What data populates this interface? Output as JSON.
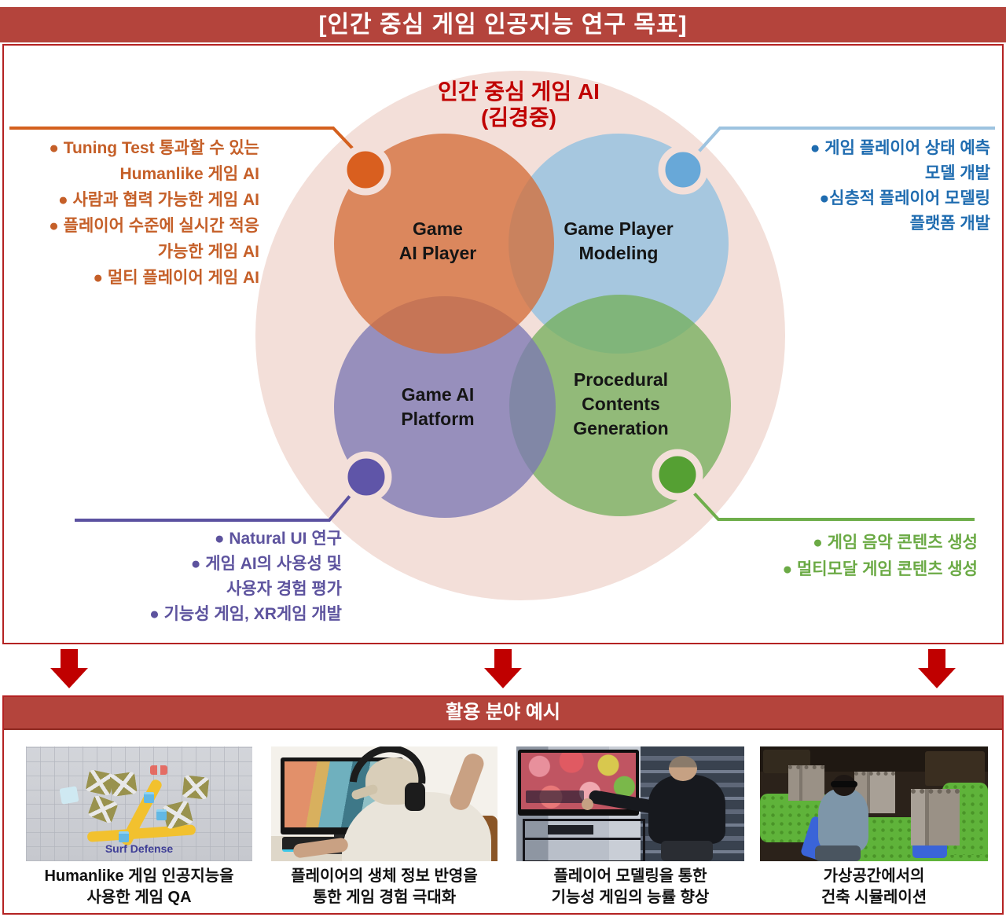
{
  "header": {
    "title": "[인간 중심 게임 인공지능 연구 목표]"
  },
  "venn": {
    "center_title": "인간 중심 게임 AI",
    "center_subtitle": "(김경중)",
    "labels": {
      "game_ai_player": [
        "Game",
        "AI Player"
      ],
      "game_player_modeling": [
        "Game Player",
        "Modeling"
      ],
      "game_ai_platform": [
        "Game AI",
        "Platform"
      ],
      "procedural_contents_generation": [
        "Procedural",
        "Contents",
        "Generation"
      ]
    }
  },
  "callouts": {
    "game_ai_player": {
      "lines": [
        "● Tuning Test 통과할 수 있는",
        "Humanlike 게임 AI",
        "● 사람과 협력 가능한 게임 AI",
        "● 플레이어 수준에 실시간 적응",
        "가능한 게임 AI",
        "● 멀티 플레이어 게임 AI"
      ]
    },
    "game_player_modeling": {
      "lines": [
        "● 게임 플레이어 상태 예측",
        "모델 개발",
        "●심층적 플레이어 모델링",
        "플랫폼 개발"
      ]
    },
    "game_ai_platform": {
      "lines": [
        "● Natural UI 연구",
        "● 게임 AI의 사용성 및",
        "사용자 경험 평가",
        "● 기능성 게임, XR게임 개발"
      ]
    },
    "procedural_contents_generation": {
      "lines": [
        "● 게임 음악 콘텐츠 생성",
        "● 멀티모달 게임 콘텐츠 생성"
      ]
    }
  },
  "bottom": {
    "title": "활용 분야 예시"
  },
  "examples": [
    {
      "caption": [
        "Humanlike 게임 인공지능을",
        "사용한 게임 QA"
      ],
      "overlay_label": "Surf Defense"
    },
    {
      "caption": [
        "플레이어의 생체 정보 반영을",
        "통한 게임 경험 극대화"
      ]
    },
    {
      "caption": [
        "플레이어 모델링을 통한",
        "기능성 게임의 능률 향상"
      ]
    },
    {
      "caption": [
        "가상공간에서의",
        "건축 시뮬레이션"
      ]
    }
  ],
  "colors": {
    "header_bar": "#B4443C",
    "box_border": "#B42222",
    "arrow_red": "#C00000",
    "title_red": "#C00000",
    "outer_circle": "#F3DFD9",
    "orange_circle": "#D46E3A",
    "blue_circle": "#8FC0E0",
    "purple_circle": "#7C79B3",
    "green_circle": "#76AF5E",
    "orange_dot": "#D95F1F",
    "blue_dot": "#68A8D8",
    "purple_dot": "#5F55A8",
    "green_dot": "#55A033",
    "orange_line": "#D4601E",
    "blue_line": "#9DC3E0",
    "purple_line": "#5B51A0",
    "green_line": "#6FAE4B",
    "orange_text": "#C55F28",
    "blue_text": "#1F6CB0",
    "purple_text": "#5D539E",
    "green_text": "#6BAA45"
  }
}
